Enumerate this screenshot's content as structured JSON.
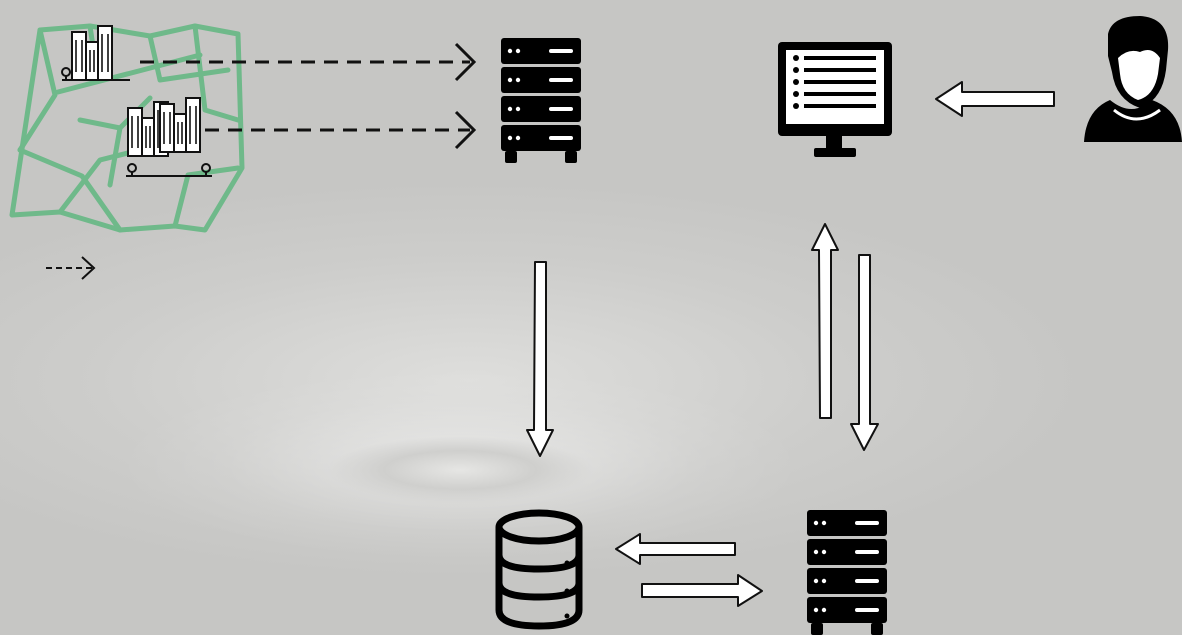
{
  "diagram": {
    "nodes": [
      {
        "id": "city-map",
        "icon": "city-map-icon",
        "color": "#6fb98a"
      },
      {
        "id": "server-top",
        "icon": "server-rack-icon"
      },
      {
        "id": "monitor",
        "icon": "monitor-icon"
      },
      {
        "id": "user",
        "icon": "user-avatar-icon"
      },
      {
        "id": "database",
        "icon": "database-icon"
      },
      {
        "id": "server-bottom",
        "icon": "server-rack-icon"
      }
    ],
    "edges": [
      {
        "from": "city-map",
        "to": "server-top",
        "style": "dashed"
      },
      {
        "from": "city-map",
        "to": "server-top",
        "style": "dashed"
      },
      {
        "from": "user",
        "to": "monitor",
        "style": "hollow"
      },
      {
        "from": "server-top",
        "to": "database",
        "style": "hollow"
      },
      {
        "from": "server-bottom",
        "to": "monitor",
        "style": "hollow"
      },
      {
        "from": "monitor",
        "to": "server-bottom",
        "style": "hollow"
      },
      {
        "from": "server-bottom",
        "to": "database",
        "style": "hollow"
      },
      {
        "from": "database",
        "to": "server-bottom",
        "style": "hollow"
      }
    ],
    "legend_arrow": "dashed-arrow-icon",
    "colors": {
      "line": "#111111",
      "map": "#6fb98a",
      "icon": "#000000"
    }
  }
}
